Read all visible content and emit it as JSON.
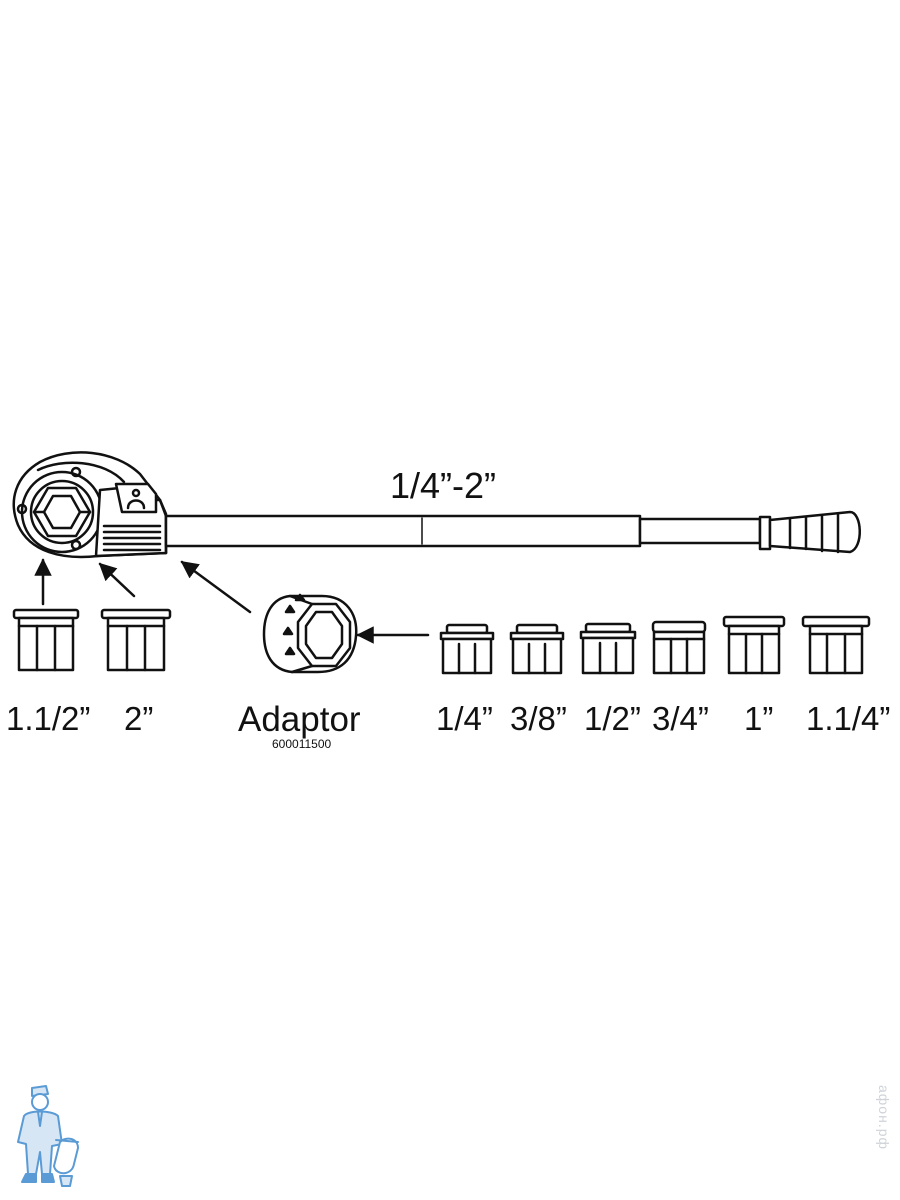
{
  "labels": {
    "range": "1/4”-2”",
    "adaptor": "Adaptor",
    "adaptor_part_number": "600011500"
  },
  "dies_direct": [
    {
      "size": "1.1/2”"
    },
    {
      "size": "2”"
    }
  ],
  "dies_adaptor": [
    {
      "size": "1/4”"
    },
    {
      "size": "3/8”"
    },
    {
      "size": "1/2”"
    },
    {
      "size": "3/4”"
    },
    {
      "size": "1”"
    },
    {
      "size": "1.1/4”"
    }
  ],
  "watermark": "афон.рф",
  "colors": {
    "line": "#111111",
    "mascot": "#5b9bd5",
    "watermark": "#cfd3d8"
  },
  "icons": [
    "ratchet-die-stock-icon",
    "adaptor-icon",
    "die-head-icon",
    "arrow-icon",
    "plumber-mascot-icon"
  ]
}
